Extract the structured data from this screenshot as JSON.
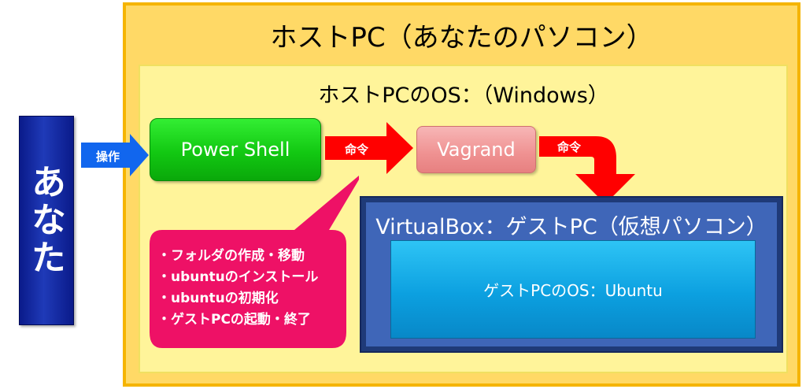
{
  "diagram": {
    "you_label": "あなた",
    "operate_label": "操作",
    "host_pc_title": "ホストPC（あなたのパソコン）",
    "host_os_title": "ホストPCのOS：（Windows）",
    "powershell_label": "Power Shell",
    "command_label_1": "命令",
    "vagrand_label": "Vagrand",
    "command_label_2": "命令",
    "virtualbox_title": "VirtualBox：ゲストPC（仮想パソコン）",
    "guest_os_label": "ゲストPCのOS：Ubuntu",
    "callout_items": [
      "・フォルダの作成・移動",
      "・ubuntuのインストール",
      "・ubuntuの初期化",
      "・ゲストPCの起動・終了"
    ]
  },
  "colors": {
    "you_box": "#0a1a8a",
    "host_pc_fill": "#ffd966",
    "host_os_fill": "#fff49a",
    "powershell_fill": "#12c812",
    "vagrand_fill": "#ef9191",
    "virtualbox_fill": "#3f66b8",
    "guest_os_fill": "#0ca0e0",
    "callout_fill": "#ee1166",
    "command_arrow": "#ff0000",
    "operate_arrow": "#1166ee"
  }
}
